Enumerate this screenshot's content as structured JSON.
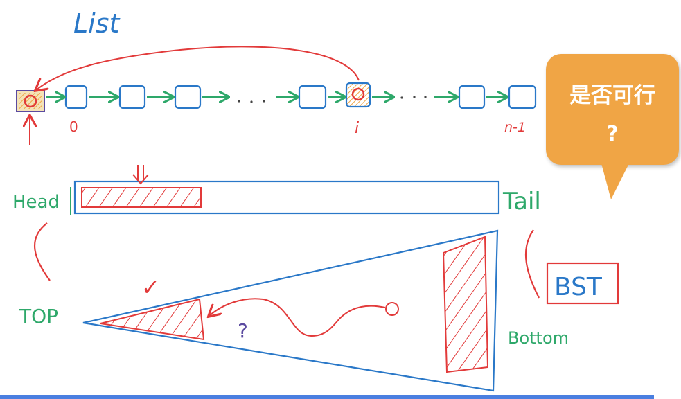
{
  "labels": {
    "list_title": "List",
    "index_0": "0",
    "index_i": "i",
    "index_n1": "n-1",
    "head": "Head",
    "tail": "Tail",
    "top": "TOP",
    "bottom": "Bottom",
    "bst": "BST",
    "question": "?",
    "check": "✓"
  },
  "callout": {
    "title": "是否可行",
    "question": "?"
  },
  "colors": {
    "blue": "#2a78c8",
    "red": "#e23a3a",
    "green": "#2ea86a",
    "orange": "#f0a545",
    "purple": "#5b4aa0"
  }
}
